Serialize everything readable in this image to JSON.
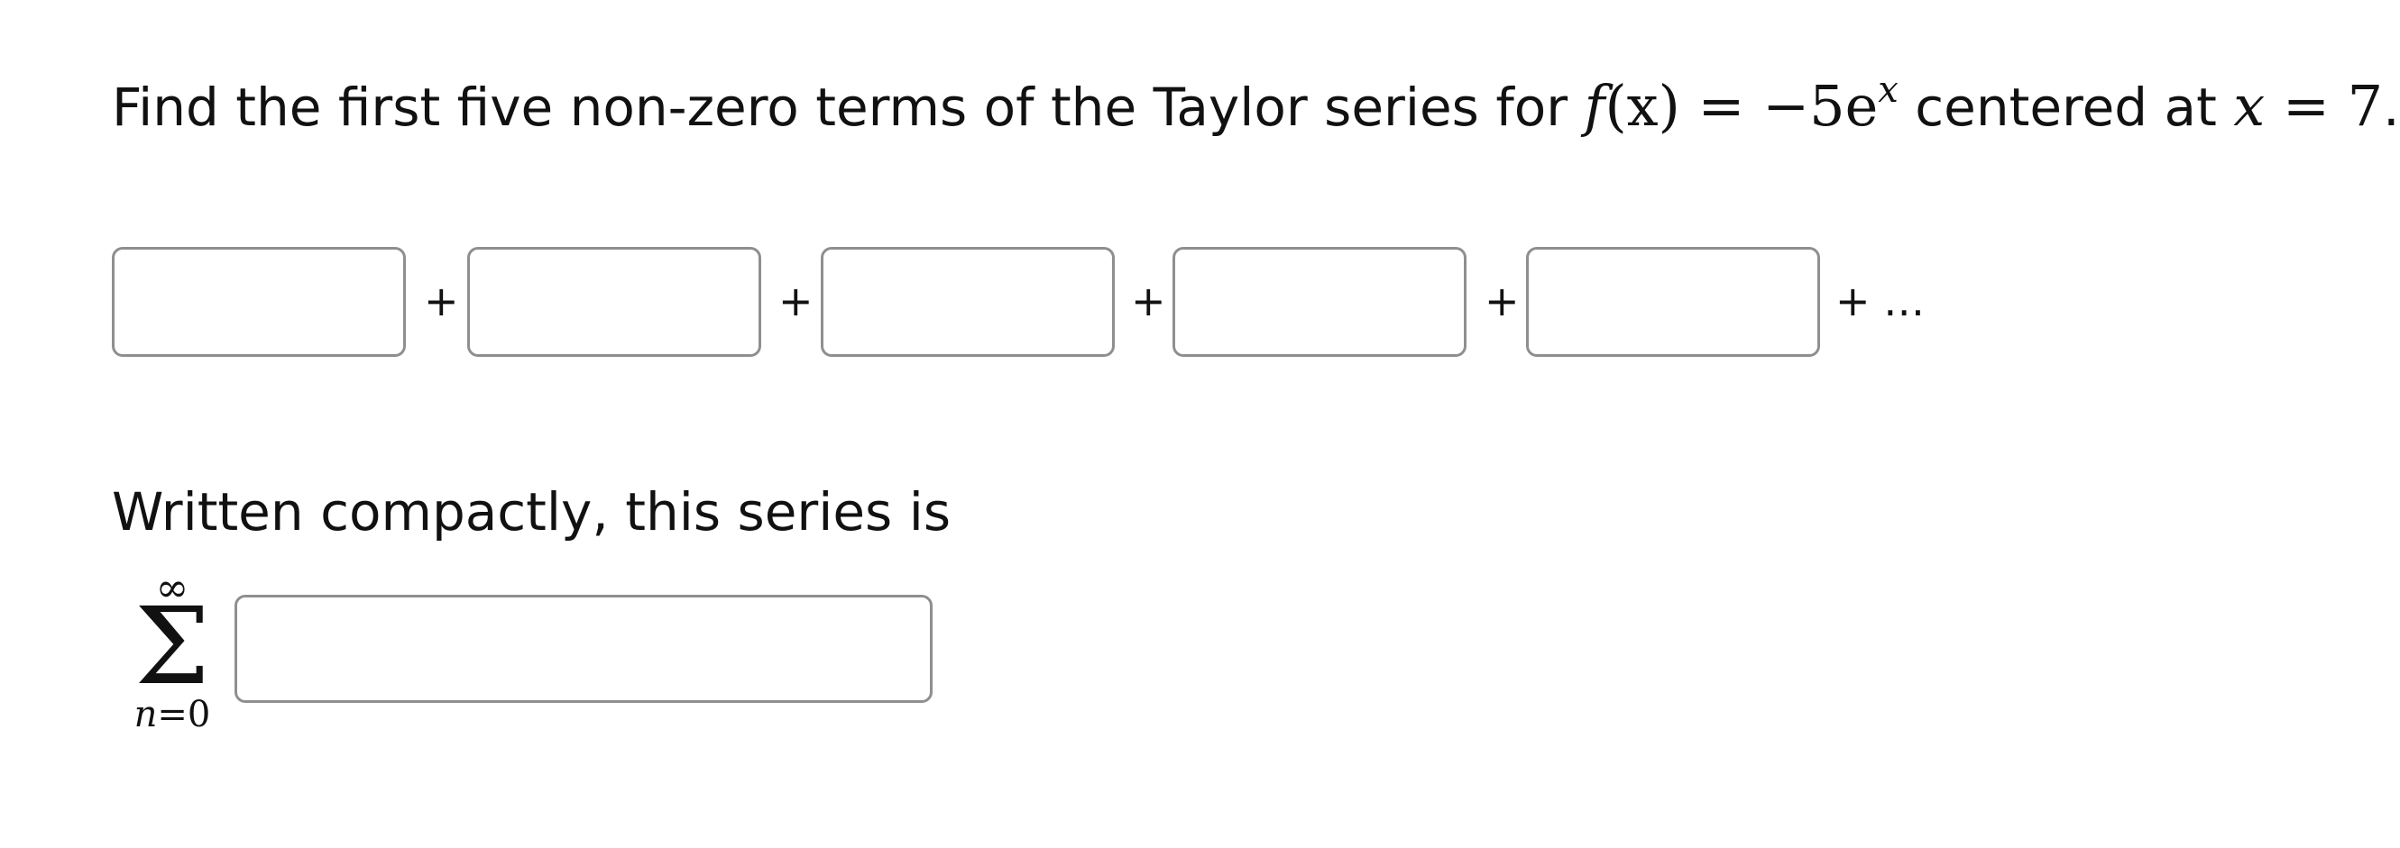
{
  "prompt": {
    "text_before": "Find the first five non-zero terms of the Taylor series for ",
    "func_f": "f",
    "func_arg": "(x)",
    "equals": " = ",
    "rhs_base": "−5e",
    "rhs_exp": "x",
    "text_middle": " centered at ",
    "center_var": "x",
    "center_eq": " = 7",
    "period": "."
  },
  "terms": {
    "inputs": [
      {
        "value": ""
      },
      {
        "value": ""
      },
      {
        "value": ""
      },
      {
        "value": ""
      },
      {
        "value": ""
      }
    ],
    "plus": "+",
    "ellipsis": "+ …"
  },
  "compact": {
    "label": "Written compactly, this series is",
    "sum_upper": "∞",
    "sum_symbol": "Σ",
    "sum_lower_var": "n",
    "sum_lower_rest": "=0",
    "input_value": ""
  }
}
